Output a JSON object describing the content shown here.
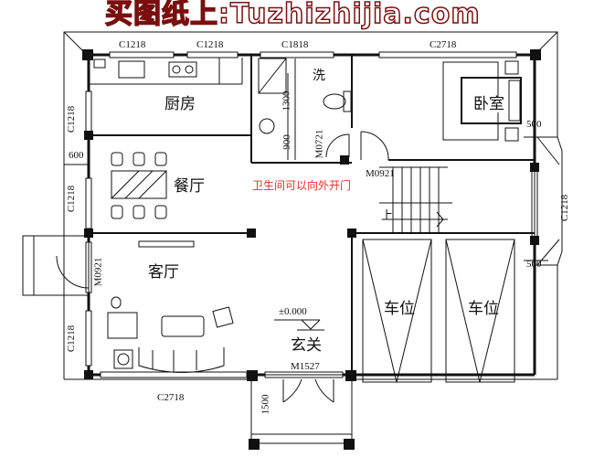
{
  "watermark": "买图纸上:Tuzhizhijia.com",
  "rooms": {
    "kitchen": "厨房",
    "dining": "餐厅",
    "living": "客厅",
    "bedroom": "卧室",
    "wash": "洗",
    "foyer": "玄关",
    "parking_1": "车位",
    "parking_2": "车位",
    "stairs_up": "上"
  },
  "labels": {
    "top_window_1": "C1218",
    "top_window_2": "C1218",
    "top_window_3": "C1818",
    "top_window_4": "C2718",
    "left_window_1": "C1218",
    "left_dim_600": "600",
    "left_window_2": "C1218",
    "left_door": "M0921",
    "left_window_3": "C1218",
    "bottom_window": "C2718",
    "porch_dim": "1500",
    "entry_door": "M1527",
    "elevation": "±0.000",
    "bath_dim_1": "1300",
    "bath_dim_2": "900",
    "bath_door": "M0721",
    "stair_door": "M0921",
    "right_dim_1": "500",
    "right_dim_2": "500",
    "right_window": "C1218"
  },
  "note": "卫生间可以向外开门",
  "colors": {
    "note": "#e0302a",
    "watermark_outline": "#7a0f0f",
    "lines": "#111111"
  }
}
